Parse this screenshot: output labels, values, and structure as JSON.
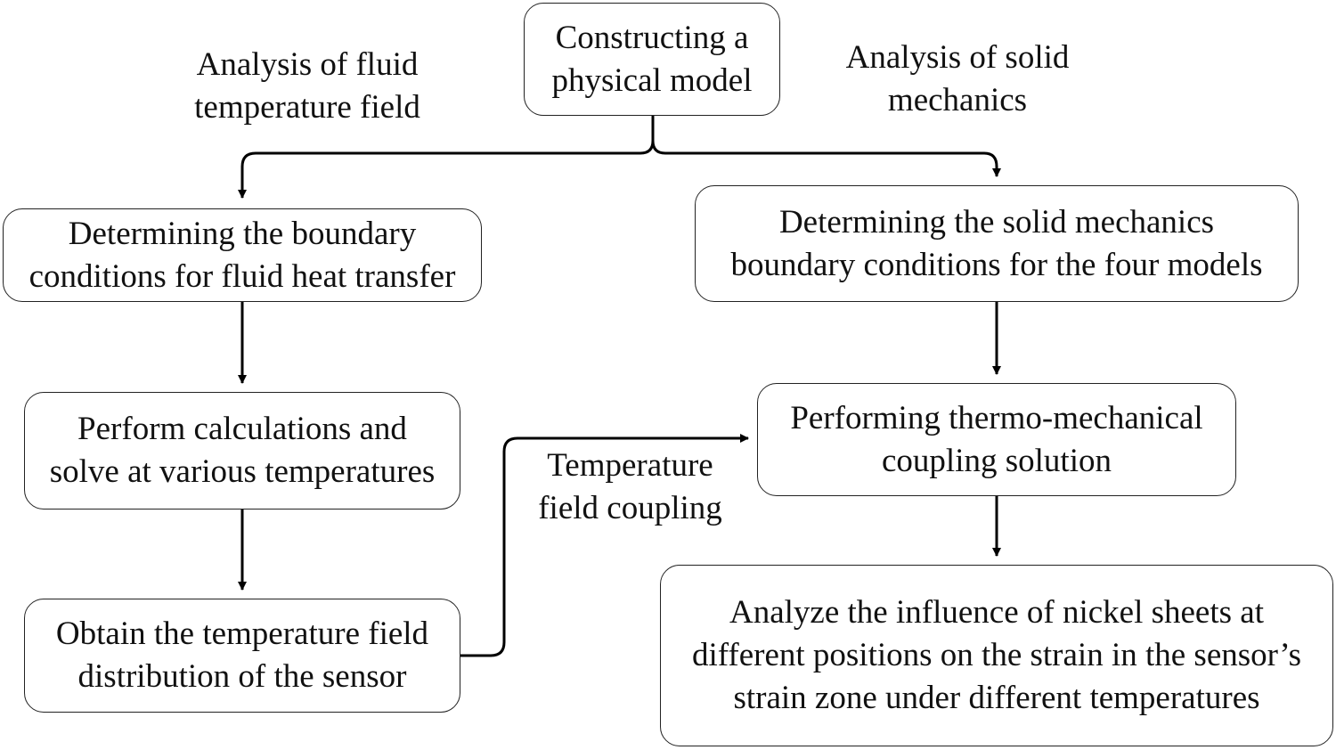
{
  "nodes": {
    "model": "Constructing a\nphysical model",
    "fluid_bc": "Determining the boundary\nconditions for fluid heat transfer",
    "calc": "Perform calculations and\nsolve at various temperatures",
    "temp_dist": "Obtain the temperature field\ndistribution of the sensor",
    "solid_bc": "Determining the solid mechanics\nboundary conditions for the four models",
    "coupling_solution": "Performing thermo-mechanical\ncoupling solution",
    "analyze": "Analyze the influence of nickel sheets at\ndifferent positions on the strain in the sensor’s\nstrain zone under different temperatures"
  },
  "labels": {
    "fluid_branch": "Analysis of fluid\ntemperature field",
    "solid_branch": "Analysis of solid\nmechanics",
    "coupling_link": "Temperature\nfield coupling"
  },
  "colors": {
    "line": "#000000",
    "box_border": "#222222",
    "text": "#111111"
  }
}
